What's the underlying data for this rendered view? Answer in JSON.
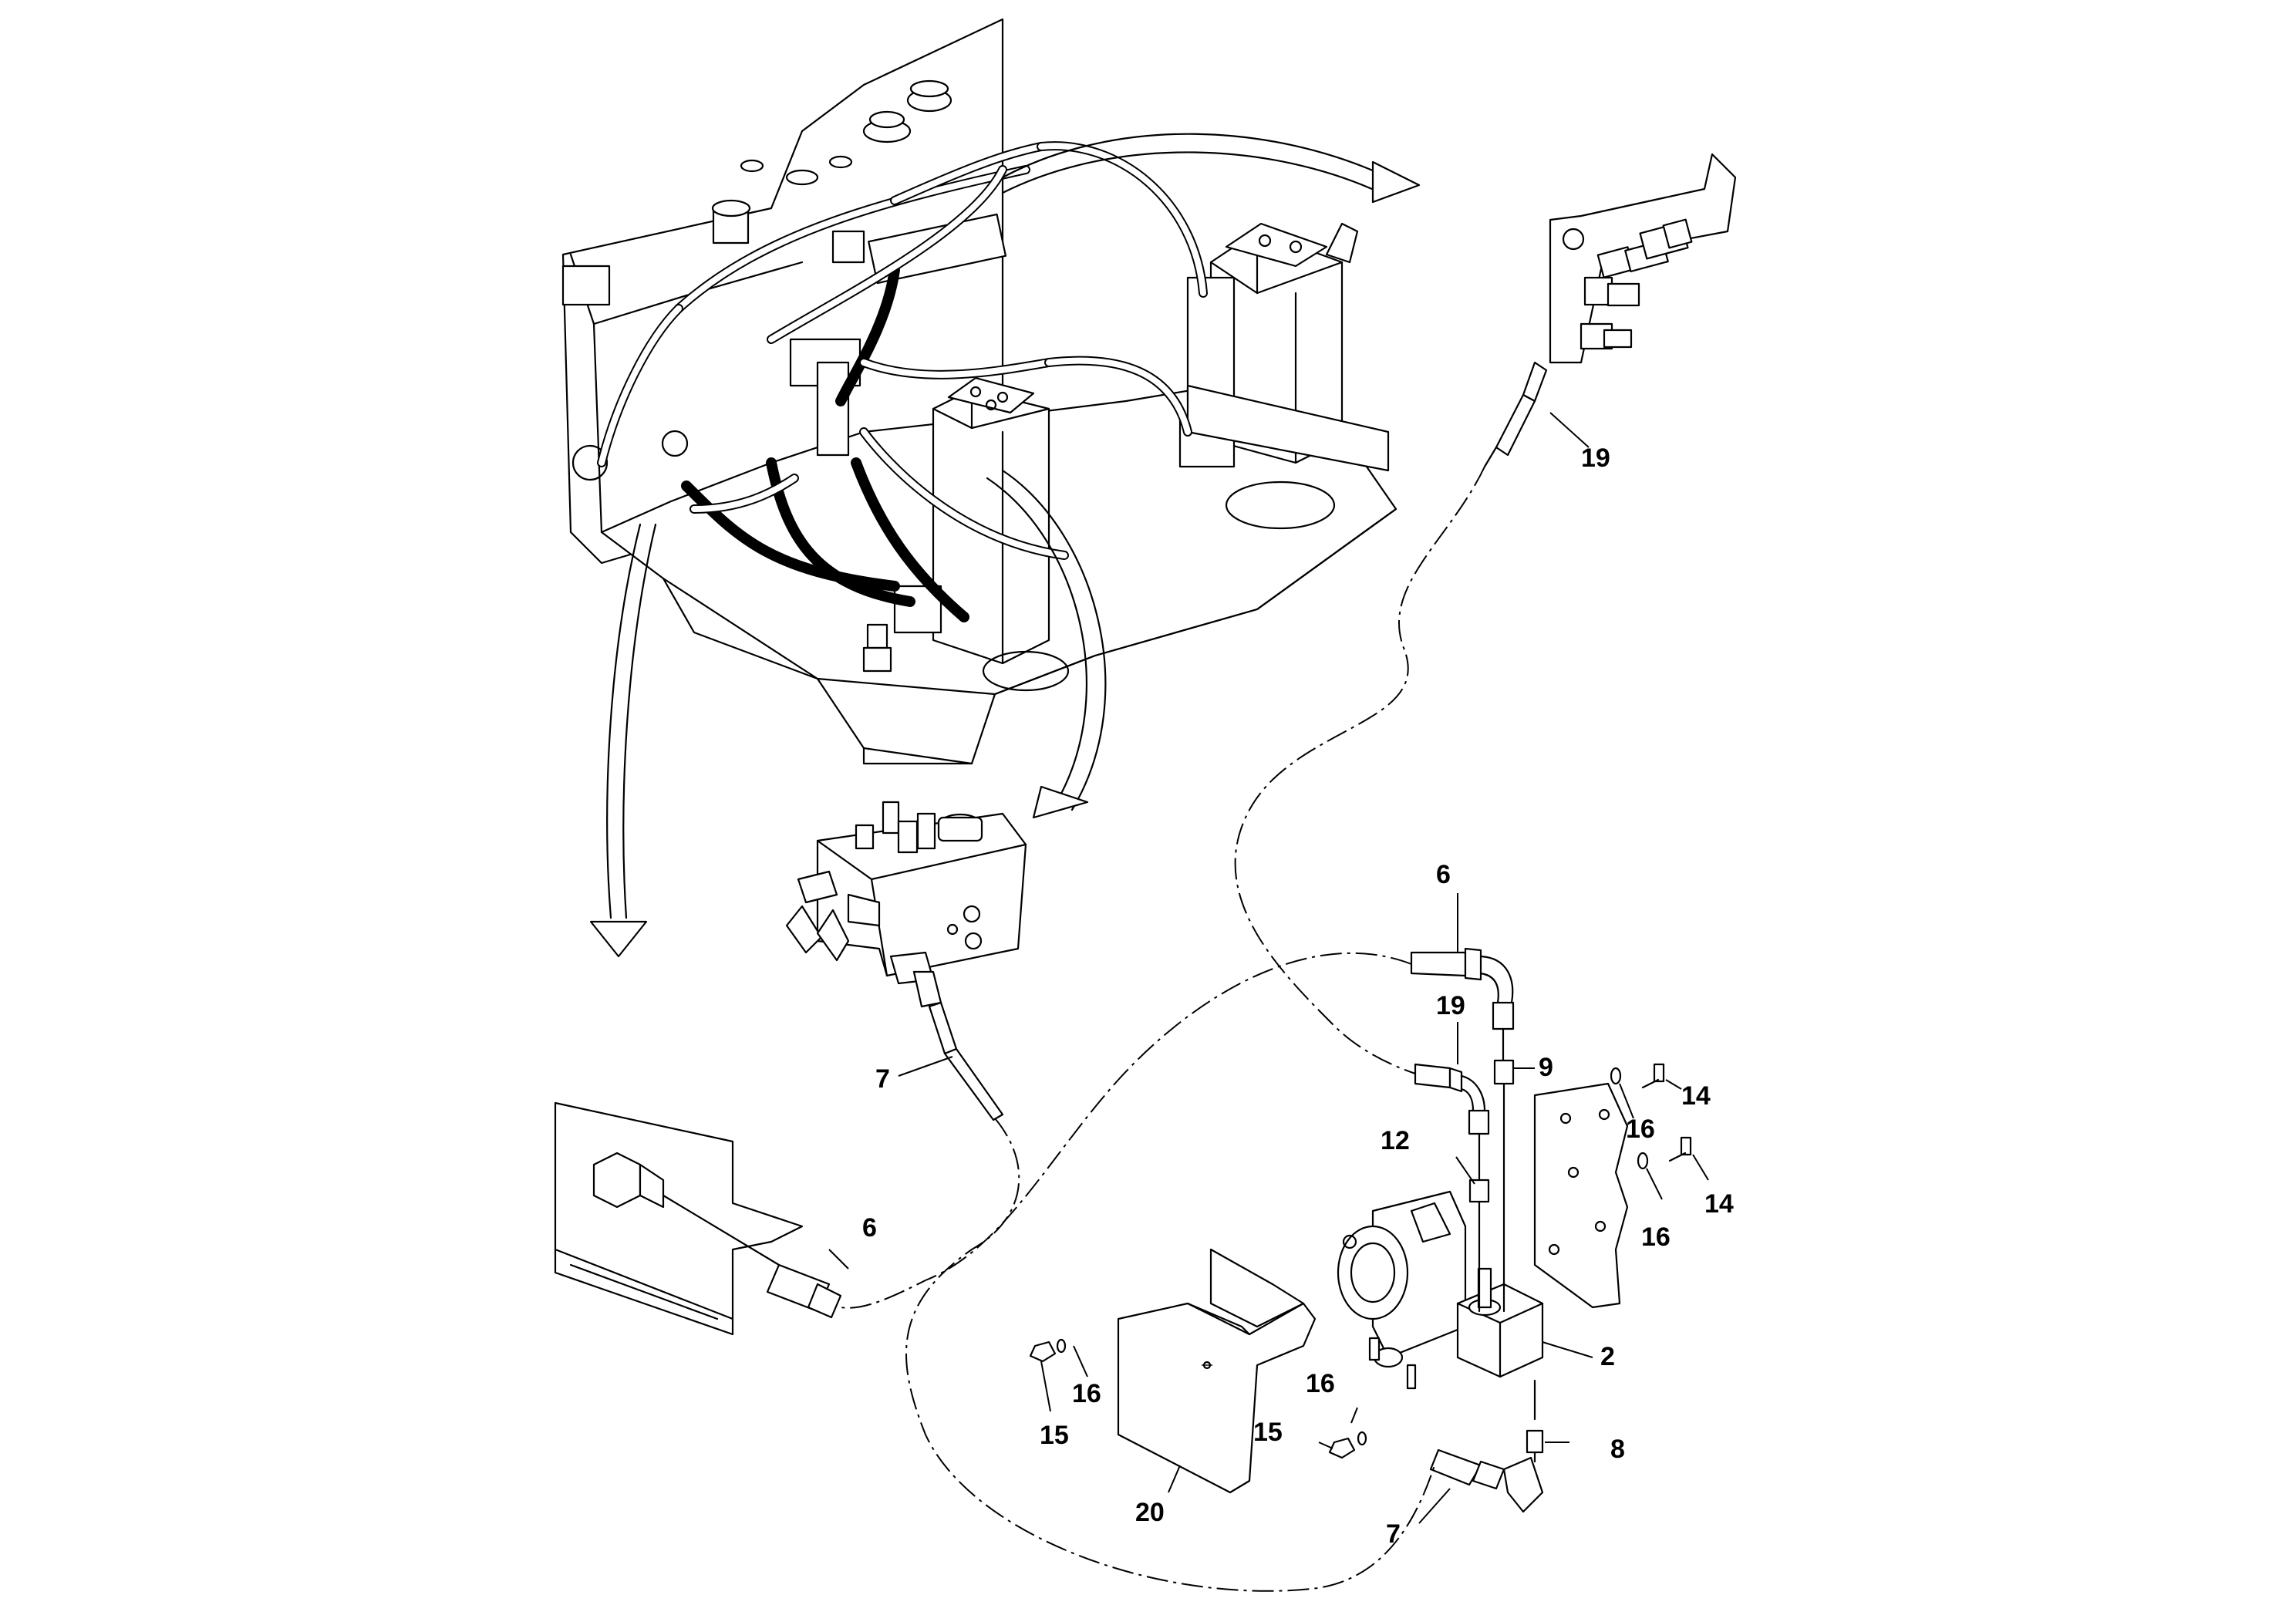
{
  "callouts": {
    "c19_top": "19",
    "c6_top": "6",
    "c19_mid": "19",
    "c9": "9",
    "c14_a": "14",
    "c16_a": "16",
    "c12": "12",
    "c14_b": "14",
    "c16_b": "16",
    "c7_left": "7",
    "c6_left": "6",
    "c2": "2",
    "c16_c": "16",
    "c16_d": "16",
    "c15_a": "15",
    "c15_b": "15",
    "c8": "8",
    "c20": "20",
    "c7_bottom": "7"
  },
  "icons": {
    "main_assembly": "hydraulic-tank-assembly-icon",
    "valve_block": "valve-block-icon",
    "pump": "hydraulic-pump-icon",
    "guard": "guard-plate-icon",
    "bulkhead": "bulkhead-connector-icon"
  },
  "colors": {
    "line": "#000000",
    "background": "#ffffff"
  }
}
